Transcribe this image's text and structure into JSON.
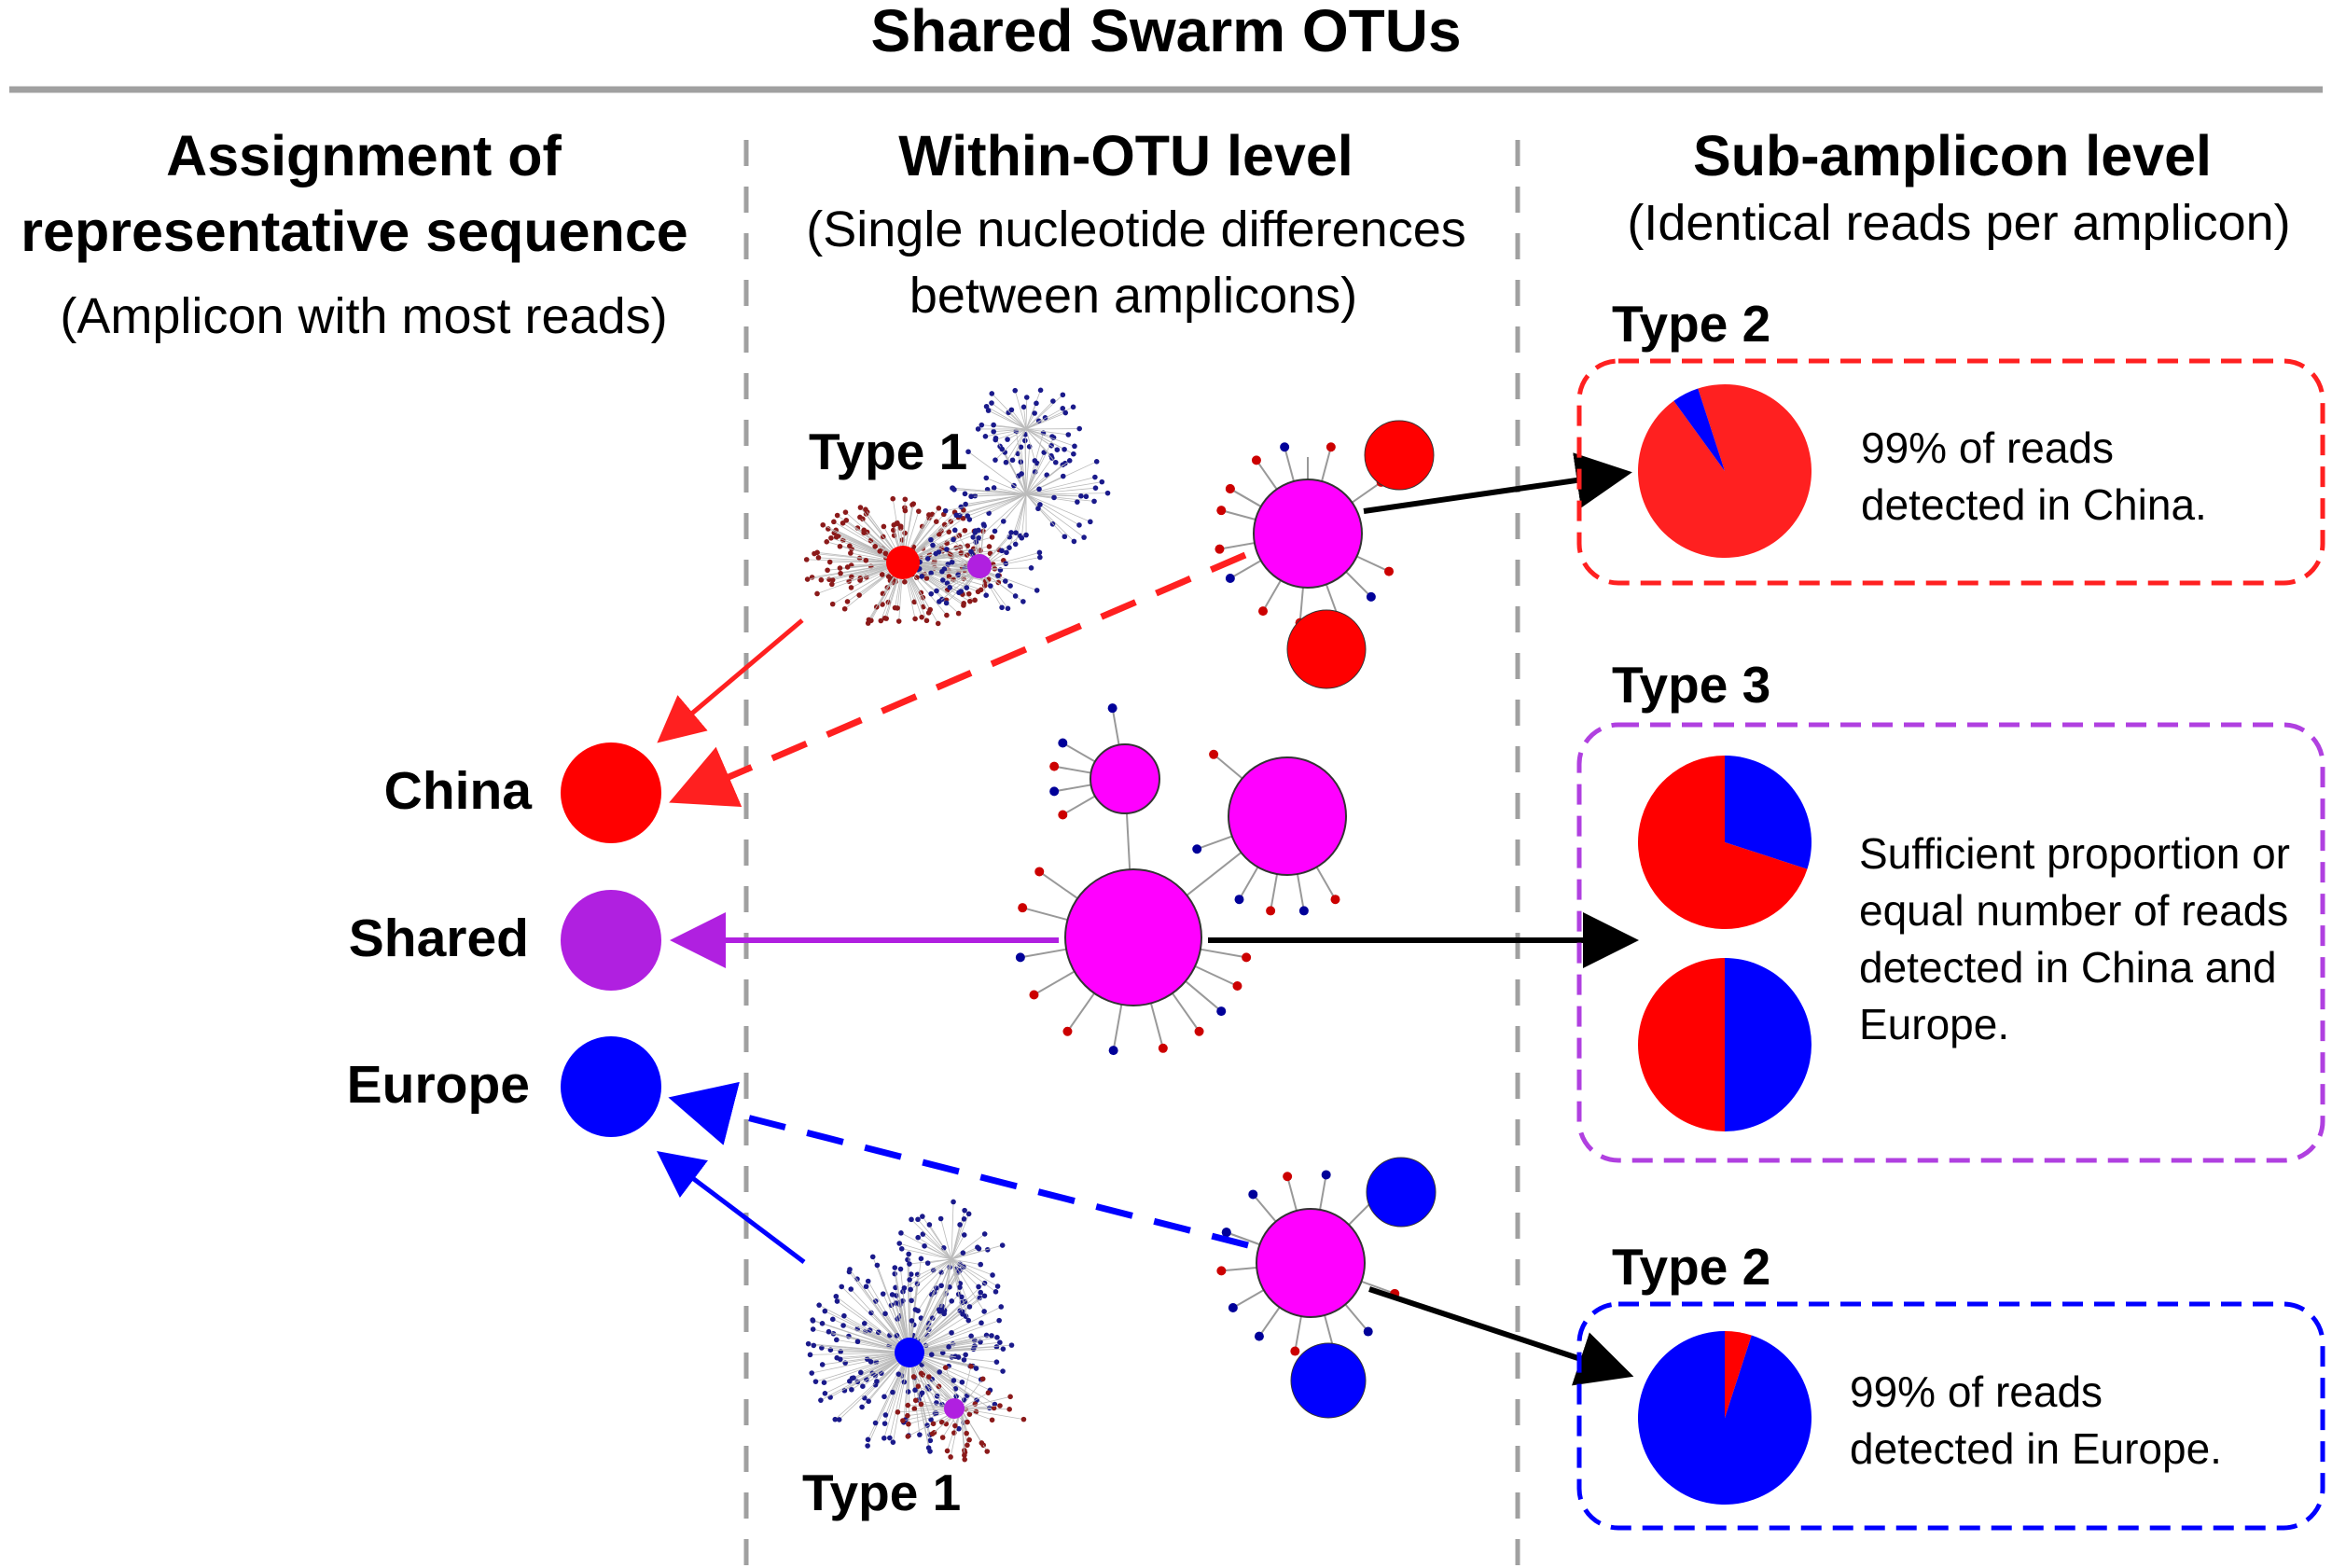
{
  "title": "Shared Swarm OTUs",
  "columns": [
    {
      "title_lines": [
        "Assignment of",
        "representative sequence"
      ],
      "subtitle_lines": [
        "(Amplicon with most reads)"
      ]
    },
    {
      "title_lines": [
        "Within-OTU level"
      ],
      "subtitle_lines": [
        "(Single nucleotide differences",
        "between amplicons)"
      ]
    },
    {
      "title_lines": [
        "Sub-amplicon level"
      ],
      "subtitle_lines": [
        "(Identical reads per amplicon)"
      ]
    }
  ],
  "regions": [
    {
      "label": "China",
      "color": "#ff0000"
    },
    {
      "label": "Shared",
      "color": "#b020e0"
    },
    {
      "label": "Europe",
      "color": "#0000ff"
    }
  ],
  "network_labels": {
    "top": "Type 1",
    "bottom": "Type 1"
  },
  "boxes": [
    {
      "type_label": "Type 2",
      "text": "99% of reads detected in China.",
      "border_color": "#ff2020",
      "pies": [
        {
          "shares": [
            {
              "label": "China",
              "value": 95,
              "color": "#ff2020"
            },
            {
              "label": "Europe",
              "value": 5,
              "color": "#0000ff"
            }
          ]
        }
      ]
    },
    {
      "type_label": "Type 3",
      "text": "Sufficient proportion or equal number of reads detected in China and Europe.",
      "border_color": "#b040e0",
      "pies": [
        {
          "shares": [
            {
              "label": "China",
              "value": 70,
              "color": "#ff0000"
            },
            {
              "label": "Europe",
              "value": 30,
              "color": "#0000ff"
            }
          ]
        },
        {
          "shares": [
            {
              "label": "China",
              "value": 50,
              "color": "#ff0000"
            },
            {
              "label": "Europe",
              "value": 50,
              "color": "#0000ff"
            }
          ]
        }
      ]
    },
    {
      "type_label": "Type 2",
      "text": "99% of reads detected in Europe.",
      "border_color": "#0000ff",
      "pies": [
        {
          "shares": [
            {
              "label": "Europe",
              "value": 95,
              "color": "#0000ff"
            },
            {
              "label": "China",
              "value": 5,
              "color": "#ff0000"
            }
          ]
        }
      ]
    }
  ],
  "colors": {
    "china": "#ff0000",
    "shared": "#b020e0",
    "europe": "#0000ff",
    "otu_node": "#ff00ff",
    "arrow": "#000000",
    "divider": "#a0a0a0"
  }
}
